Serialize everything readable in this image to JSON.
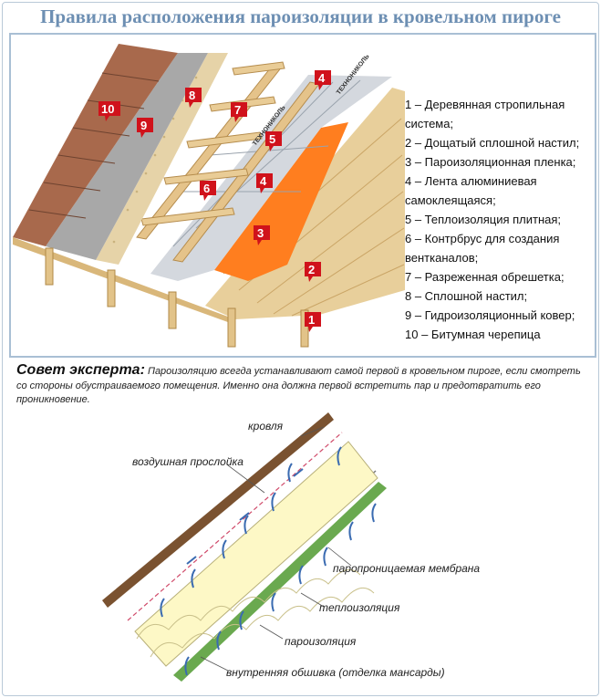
{
  "title": "Правила расположения пароизоляции в кровельном пироге",
  "legend": [
    "1 – Деревянная стропильная",
    "системa;",
    "2 – Дощатый сплошной настил;",
    "3 – Пароизоляционная пленка;",
    "4 – Лента алюминиевая",
    "самоклеящаяся;",
    "5 – Теплоизоляция плитная;",
    "6 – Контрбрус для создания",
    "вентканалов;",
    "7 – Разреженная обрешетка;",
    "8 – Сплошной настил;",
    "9 – Гидроизоляционный ковер;",
    "10 – Битумная черепица"
  ],
  "markers": [
    "1",
    "2",
    "3",
    "4",
    "4",
    "5",
    "6",
    "7",
    "8",
    "9",
    "10"
  ],
  "film_brand": "ТЕХНОНИКОЛЬ",
  "tip": {
    "heading": "Совет эксперта:",
    "text": "Пароизоляцию всегда устанавливают самой первой в кровельном пироге, если смотреть со стороны обустраиваемого помещения. Именно она должна первой встретить пар и предотвратить его проникновение."
  },
  "section_labels": {
    "roof": "кровля",
    "air_gap": "воздушная прослойка",
    "membrane": "паропроницаемая мембрана",
    "insulation": "теплоизоляция",
    "vapor_barrier": "пароизоляция",
    "inner_lining": "внутренняя обшивка (отделка мансарды)"
  },
  "colors": {
    "title": "#6d8fb3",
    "border": "#a9bfd4",
    "marker": "#d0121b",
    "wood": "#e8cf9b",
    "film": "#ff7e1f",
    "shingle": "#a8694c",
    "roof_beam": "#7a5230",
    "membrane_stripe": "#6aa94f",
    "insulation": "#fdf8c6",
    "arrow": "#3a6bb1"
  }
}
